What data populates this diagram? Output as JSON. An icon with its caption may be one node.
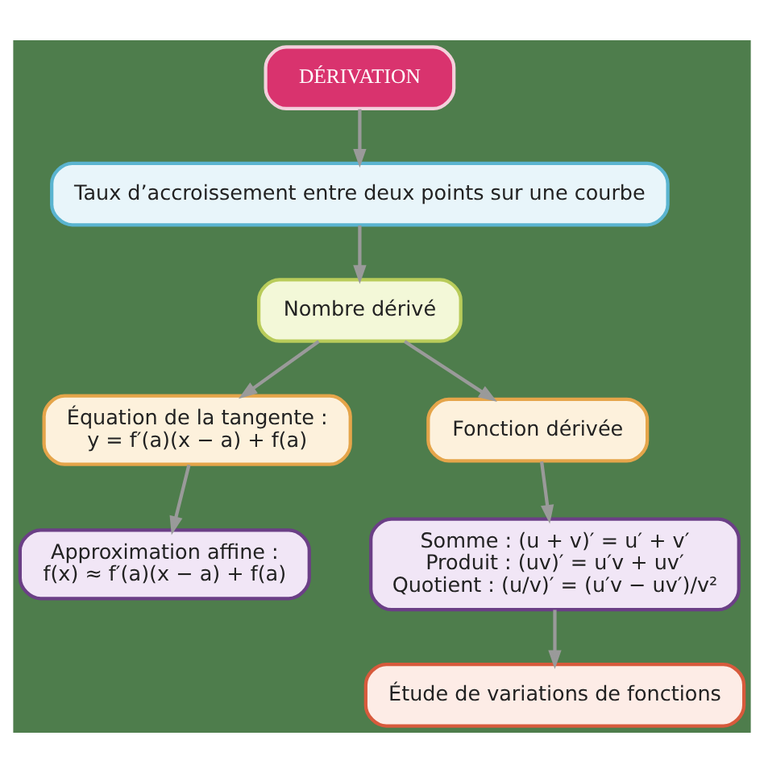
{
  "diagram": {
    "nodes": [
      {
        "text": [
          "DÉRIVATION"
        ]
      },
      {
        "text": [
          "Taux d’accroissement entre deux points sur une courbe"
        ]
      },
      {
        "text": [
          "Nombre dérivé"
        ]
      },
      {
        "text": [
          "Équation de la tangente :",
          "y = f′(a)(x − a) + f(a)"
        ]
      },
      {
        "text": [
          "Fonction dérivée"
        ]
      },
      {
        "text": [
          "Approximation affine :",
          "f(x) ≈ f′(a)(x − a) + f(a)"
        ]
      },
      {
        "text": [
          "Somme : (u + v)′ = u′ + v′",
          "Produit : (uv)′ = u′v + uv′",
          "Quotient : (u/v)′ = (u′v − uv′)/v²"
        ]
      },
      {
        "text": [
          "Étude de variations de fonctions"
        ]
      }
    ],
    "edges": [
      {
        "from": 0,
        "to": 1,
        "arrow": "to"
      },
      {
        "from": 1,
        "to": 2,
        "arrow": "to"
      },
      {
        "from": 2,
        "to": 3,
        "arrow": "to"
      },
      {
        "from": 2,
        "to": 4,
        "arrow": "to"
      },
      {
        "from": 3,
        "to": 5,
        "arrow": "to"
      },
      {
        "from": 4,
        "to": 6,
        "arrow": "to"
      },
      {
        "from": 6,
        "to": 7,
        "arrow": "to"
      }
    ]
  }
}
